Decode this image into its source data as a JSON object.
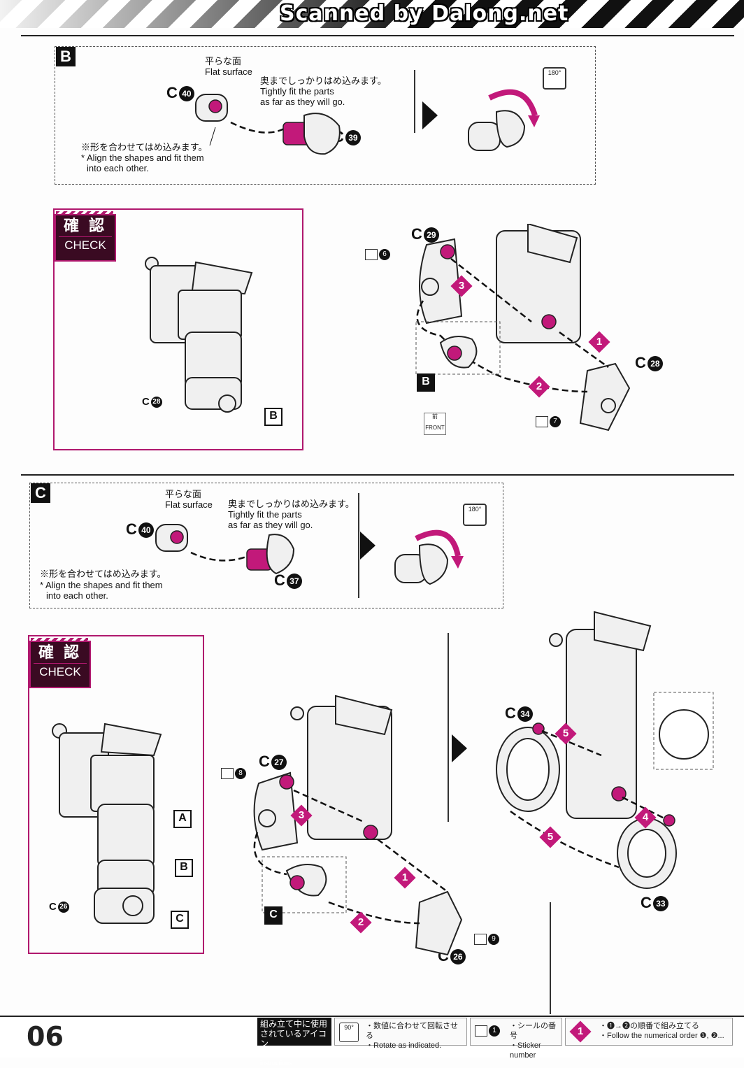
{
  "header": {
    "watermark": "Scanned by Dalong.net"
  },
  "step_b": {
    "letter": "B",
    "flat_jp": "平らな面",
    "flat_en": "Flat surface",
    "fit_jp": "奥までしっかりはめ込みます。",
    "fit_en1": "Tightly fit the parts",
    "fit_en2": "as far as they will go.",
    "align_jp": "※形を合わせてはめ込みます。",
    "align_en1": "* Align the shapes and fit them",
    "align_en2": "into each other.",
    "part_a": "C",
    "part_a_num": "40",
    "part_b": "C",
    "part_b_num": "39",
    "rotate": "180°"
  },
  "check1": {
    "kanji": "確 認",
    "label": "CHECK",
    "part": "C",
    "part_num": "28",
    "tag": "B"
  },
  "assembly1": {
    "part_top": "C",
    "part_top_num": "29",
    "part_right": "C",
    "part_right_num": "28",
    "sticker_a": "6",
    "sticker_b": "7",
    "step1": "1",
    "step2": "2",
    "step3": "3",
    "sub_tag": "B",
    "front_jp": "前",
    "front_en": "FRONT"
  },
  "step_c": {
    "letter": "C",
    "flat_jp": "平らな面",
    "flat_en": "Flat surface",
    "fit_jp": "奥までしっかりはめ込みます。",
    "fit_en1": "Tightly fit the parts",
    "fit_en2": "as far as they will go.",
    "align_jp": "※形を合わせてはめ込みます。",
    "align_en1": "* Align the shapes and fit them",
    "align_en2": "into each other.",
    "part_a": "C",
    "part_a_num": "40",
    "part_b": "C",
    "part_b_num": "37",
    "rotate": "180°"
  },
  "check2": {
    "kanji": "確 認",
    "label": "CHECK",
    "part": "C",
    "part_num": "26",
    "tag_a": "A",
    "tag_b": "B",
    "tag_c": "C"
  },
  "assembly2": {
    "part_top": "C",
    "part_top_num": "27",
    "part_bottom": "C",
    "part_bottom_num": "26",
    "sticker_a": "8",
    "sticker_b": "9",
    "step1": "1",
    "step2": "2",
    "step3": "3",
    "sub_tag": "C"
  },
  "assembly3": {
    "part_ring_top": "C",
    "part_ring_top_num": "34",
    "part_ring_bottom": "C",
    "part_ring_bottom_num": "33",
    "step4": "4",
    "step5a": "5",
    "step5b": "5"
  },
  "footer": {
    "page": "06",
    "legend_title1": "組み立て中に使用",
    "legend_title2": "されているアイコン",
    "legend_title3": "Symbols used in instructions",
    "rotate_icon": "90°",
    "rotate_jp": "・数値に合わせて回転させる",
    "rotate_en": "・Rotate as indicated.",
    "sticker_num": "1",
    "sticker_jp": "・シールの番号",
    "sticker_en": "・Sticker number",
    "order_num": "1",
    "order_jp": "・❶→❷の順番で組み立てる",
    "order_en": "・Follow the numerical order ❶, ❷..."
  },
  "colors": {
    "accent": "#c2197a",
    "dark": "#111111",
    "check_bg": "#3a0a22"
  }
}
